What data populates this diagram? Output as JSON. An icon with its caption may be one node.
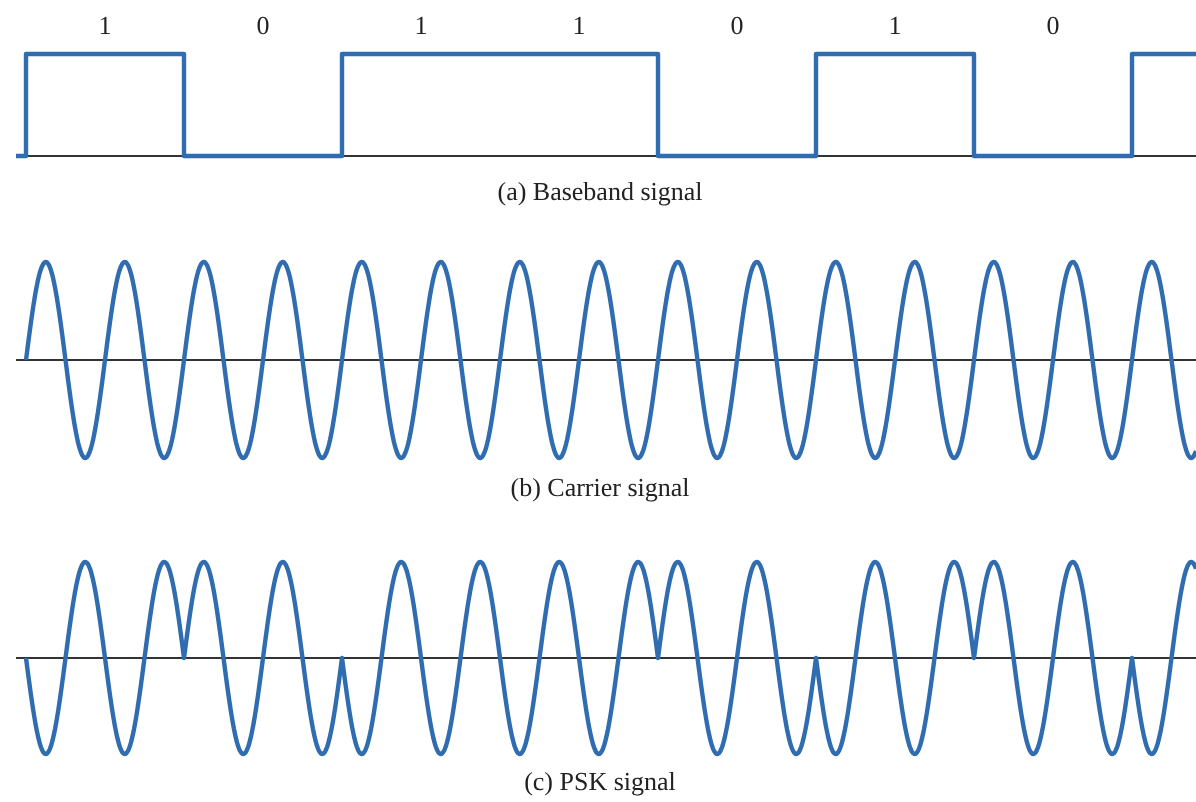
{
  "diagram": {
    "labels": [
      "1",
      "0",
      "1",
      "1",
      "0",
      "1",
      "0",
      "(a) Baseband signal",
      "(b) Carrier signal",
      "(c) PSK signal"
    ]
  }
}
